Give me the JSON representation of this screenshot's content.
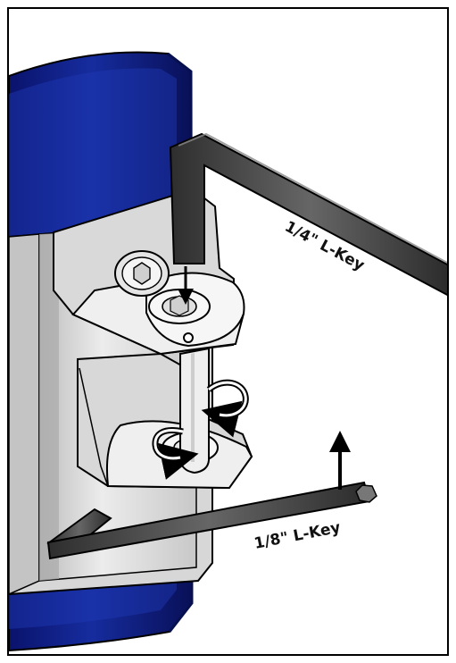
{
  "labels": {
    "quarter_inch_key": "1/4\" L-Key",
    "eighth_inch_key": "1/8\" L-Key"
  },
  "colors": {
    "panel_blue": "#0f1f8a",
    "panel_blue_dark": "#09105b",
    "metal_light": "#e6e6e6",
    "metal_mid": "#cfcfcf",
    "metal_dark": "#b7b7b7",
    "key_dark": "#4d4d4d"
  },
  "icons": {
    "rotation": "curved-rotation-arrow",
    "direction": "straight-arrow"
  }
}
